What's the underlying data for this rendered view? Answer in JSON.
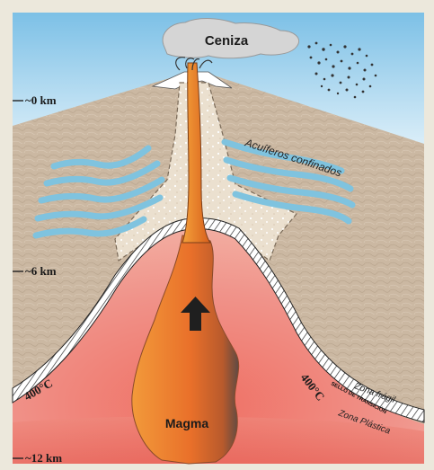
{
  "labels": {
    "ash": "Ceniza",
    "aquifers": "Acuíferos confinados",
    "magma": "Magma",
    "fragile_zone": "Zona frágil",
    "plastic_zone": "Zona Plástica",
    "seal": "SELLO DE TRANSICIÓN",
    "temp_left": "400°C",
    "temp_right": "400°C"
  },
  "depth_scale": [
    {
      "label": "~0 km"
    },
    {
      "label": "~6 km"
    },
    {
      "label": "~12 km"
    }
  ],
  "colors": {
    "sky": "#b9dff2",
    "crust": "#cdbba6",
    "hydrothermal": "#ede2d2",
    "magma_chamber": "#ec8f7f",
    "magma_core": "#e8751c",
    "aquifer": "#7fc3df",
    "ash": "#d6d6d6",
    "frame": "#ece8dc"
  }
}
